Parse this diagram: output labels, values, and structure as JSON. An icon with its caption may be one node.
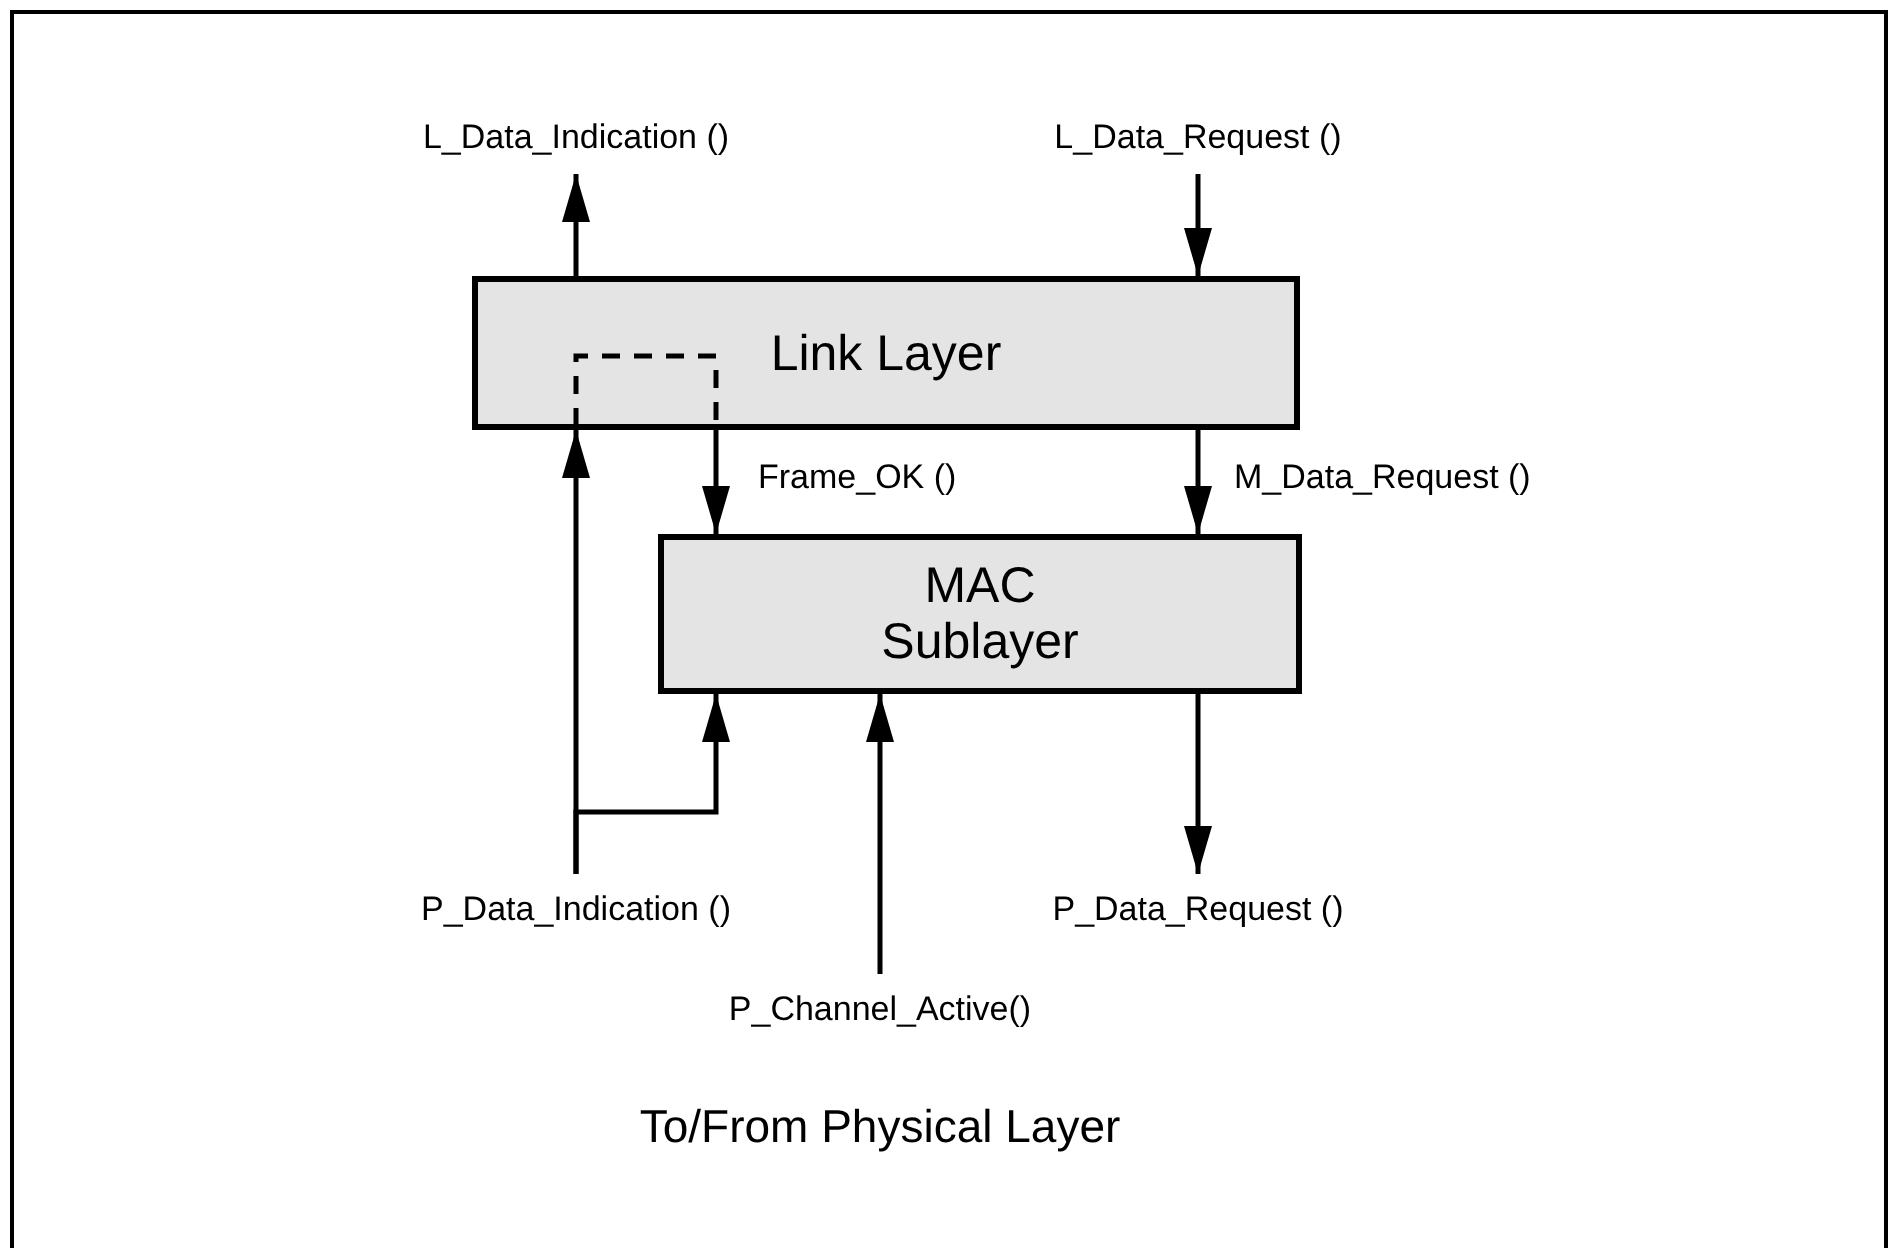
{
  "diagram": {
    "nodes": [
      {
        "text": [
          "L_Data_Indication ()"
        ]
      },
      {
        "text": [
          "L_Data_Request ()"
        ]
      },
      {
        "text": [
          "Link Layer"
        ]
      },
      {
        "text": [
          "MAC Sublayer"
        ]
      },
      {
        "text": [
          "P_Data_Indication ()"
        ]
      },
      {
        "text": [
          "P_Data_Request ()"
        ]
      },
      {
        "text": [
          "P_Channel_Active()"
        ]
      }
    ],
    "edges": [
      {
        "from": 2,
        "to": 0,
        "arrow": "to"
      },
      {
        "from": 1,
        "to": 2,
        "arrow": "to"
      },
      {
        "from": 2,
        "to": 3,
        "arrow": "to",
        "label": "Frame_OK ()"
      },
      {
        "from": 2,
        "to": 3,
        "arrow": "to",
        "label": "M_Data_Request ()"
      },
      {
        "from": 4,
        "to": 2,
        "arrow": "to"
      },
      {
        "from": 4,
        "to": 3,
        "arrow": "to"
      },
      {
        "from": 6,
        "to": 3,
        "arrow": "to"
      },
      {
        "from": 3,
        "to": 5,
        "arrow": "to"
      }
    ],
    "labels": [
      "To/From Physical Layer"
    ]
  }
}
